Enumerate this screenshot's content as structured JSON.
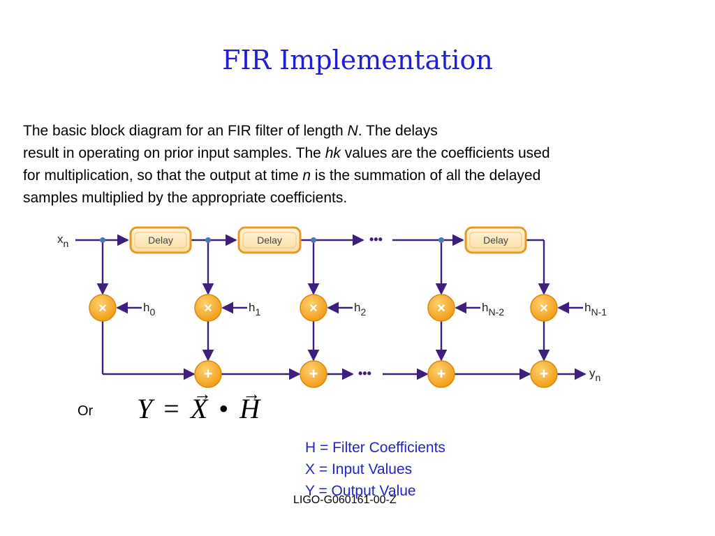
{
  "slide": {
    "title": "FIR Implementation",
    "paragraph": {
      "line1": {
        "a": "The basic block diagram for an FIR filter of length ",
        "b": "N",
        "c": ". The delays"
      },
      "line2": {
        "a": "result in operating on prior input samples. The ",
        "b": "hk",
        "c": " values are the coefficients used"
      },
      "line3": {
        "a": "for multiplication, so that the output at time ",
        "b": "n",
        "c": " is the summation of all the delayed"
      },
      "line4": "samples multiplied by the appropriate coefficients."
    },
    "or_label": "Or",
    "formula": {
      "y": "Y",
      "eq": "=",
      "x": "X",
      "dot": "•",
      "h": "H"
    },
    "legend": [
      "H = Filter Coefficients",
      "X = Input Values",
      "Y = Output Value"
    ],
    "footer": "LIGO-G060161-00-Z"
  },
  "diagram": {
    "input_label": "x",
    "input_sub": "n",
    "output_label": "y",
    "output_sub": "n",
    "delay_label": "Delay",
    "multiply_symbol": "×",
    "add_symbol": "+",
    "ellipsis": "•••",
    "coefficients": [
      {
        "base": "h",
        "sub": "0"
      },
      {
        "base": "h",
        "sub": "1"
      },
      {
        "base": "h",
        "sub": "2"
      },
      {
        "base": "h",
        "sub": "N-2"
      },
      {
        "base": "h",
        "sub": "N-1"
      }
    ],
    "colors": {
      "wire": "#3c1f7e",
      "node_dot": "#4a78b0",
      "multiplier_fill": "#f4a21c",
      "delay_fill": "#fde8b8",
      "delay_border": "#e39a2a"
    }
  }
}
